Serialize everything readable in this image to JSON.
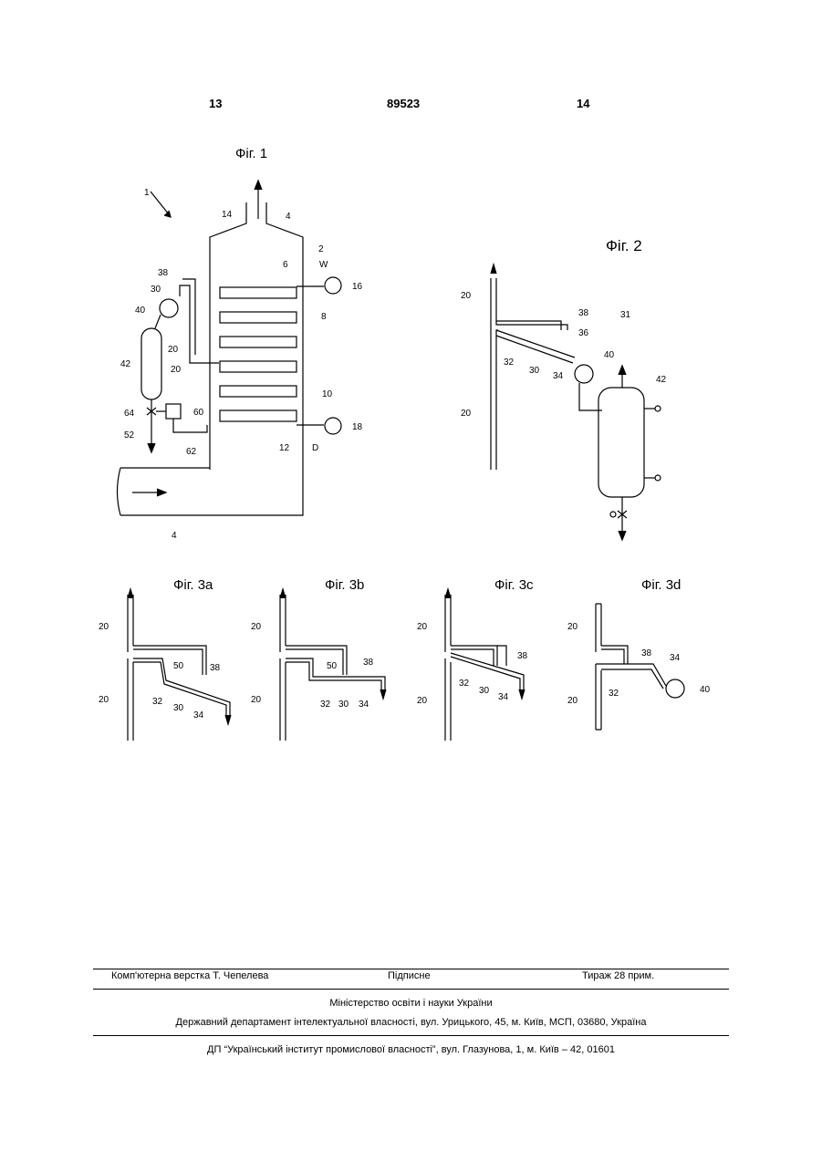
{
  "header": {
    "page_left": "13",
    "patent_number": "89523",
    "page_right": "14"
  },
  "figures": {
    "fig1": {
      "title": "Фіг. 1"
    },
    "fig2": {
      "title": "Фіг. 2"
    },
    "fig3a": {
      "title": "Фіг. 3a"
    },
    "fig3b": {
      "title": "Фіг. 3b"
    },
    "fig3c": {
      "title": "Фіг. 3c"
    },
    "fig3d": {
      "title": "Фіг. 3d"
    }
  },
  "labels": {
    "fig1": [
      "1",
      "14",
      "4",
      "2",
      "38",
      "30",
      "40",
      "6",
      "W",
      "16",
      "8",
      "20",
      "20",
      "42",
      "10",
      "64",
      "60",
      "18",
      "52",
      "62",
      "12",
      "D",
      "4"
    ],
    "fig2": [
      "20",
      "38",
      "31",
      "36",
      "40",
      "32",
      "30",
      "34",
      "42",
      "20"
    ],
    "fig3a": [
      "20",
      "50",
      "38",
      "20",
      "32",
      "30",
      "34"
    ],
    "fig3b": [
      "20",
      "50",
      "38",
      "20",
      "32",
      "30",
      "34"
    ],
    "fig3c": [
      "20",
      "38",
      "32",
      "30",
      "34",
      "20"
    ],
    "fig3d": [
      "20",
      "38",
      "34",
      "32",
      "40",
      "20"
    ]
  },
  "footer": {
    "layout": "Комп'ютерна верстка Т. Чепелева",
    "signed": "Підписне",
    "circulation": "Тираж 28 прим.",
    "ministry": "Міністерство освіти і науки України",
    "department": "Державний департамент інтелектуальної власності, вул. Урицького, 45, м. Київ, МСП, 03680, Україна",
    "institute": "ДП “Український інститут промислової власності”, вул. Глазунова, 1, м. Київ – 42, 01601"
  }
}
